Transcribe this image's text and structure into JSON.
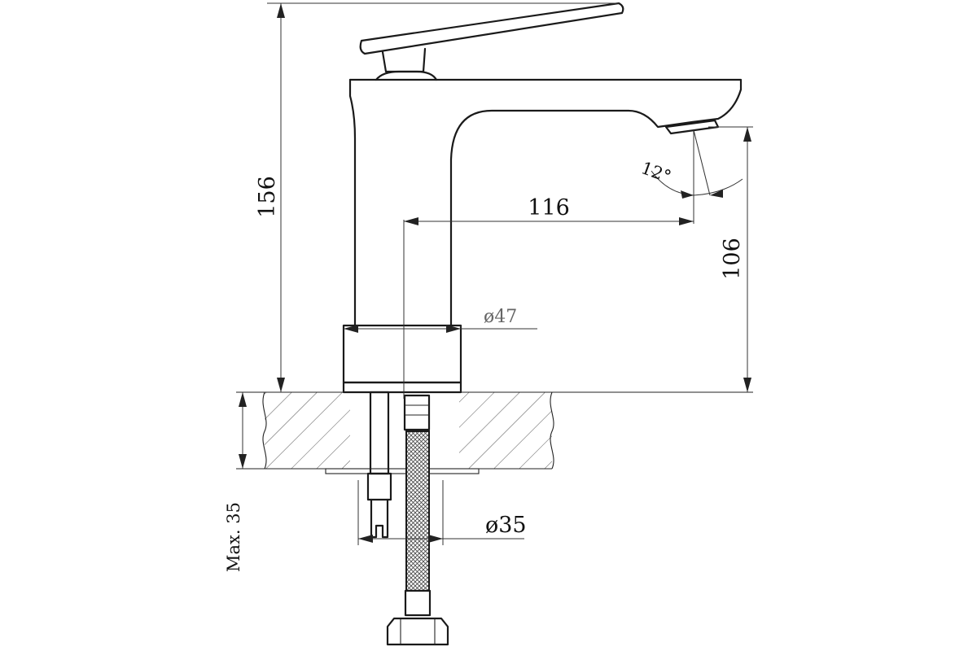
{
  "dimensions": {
    "total_height": "156",
    "spout_height": "106",
    "spout_reach": "116",
    "spout_angle": "12°",
    "body_diameter": "ø47",
    "mounting_hole": "ø35",
    "max_deck_thickness": "Max. 35"
  }
}
